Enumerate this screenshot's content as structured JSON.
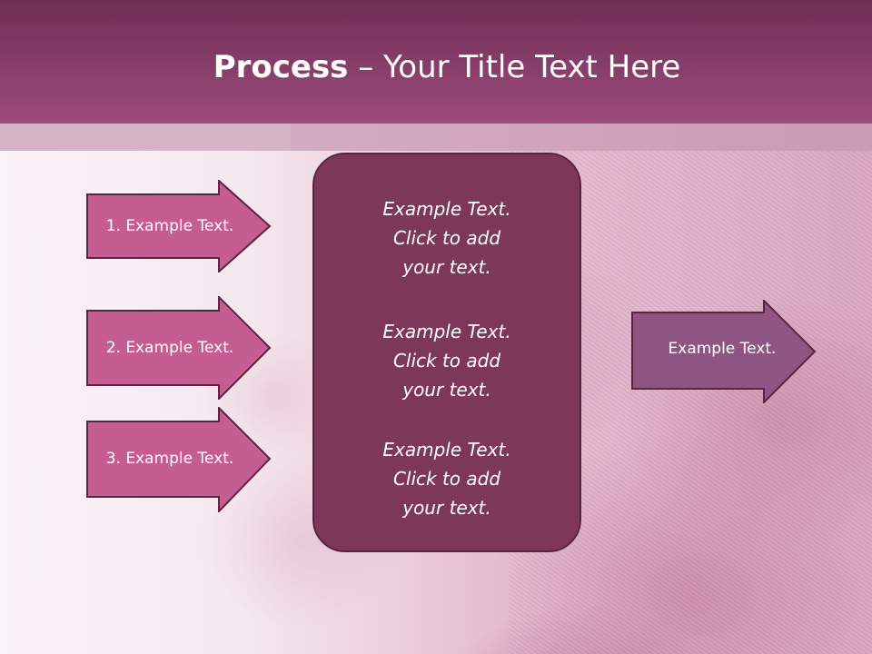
{
  "title": {
    "bold": "Process",
    "rest": " – Your Title Text Here"
  },
  "left_steps": [
    {
      "label": "1. Example Text."
    },
    {
      "label": "2. Example Text."
    },
    {
      "label": "3. Example Text."
    }
  ],
  "center_items": [
    {
      "line1": "Example Text.",
      "line2": "Click  to add",
      "line3": "your text."
    },
    {
      "line1": "Example Text.",
      "line2": "Click  to add",
      "line3": "your text."
    },
    {
      "line1": "Example Text.",
      "line2": "Click  to add",
      "line3": "your text."
    }
  ],
  "right_arrow": {
    "label": "Example Text."
  },
  "colors": {
    "header": "#8a3f6c",
    "left_arrow_fill": "#c65d92",
    "center_box_fill": "#7d3759",
    "right_arrow_fill": "#8e5582",
    "outline": "#5a2540"
  }
}
